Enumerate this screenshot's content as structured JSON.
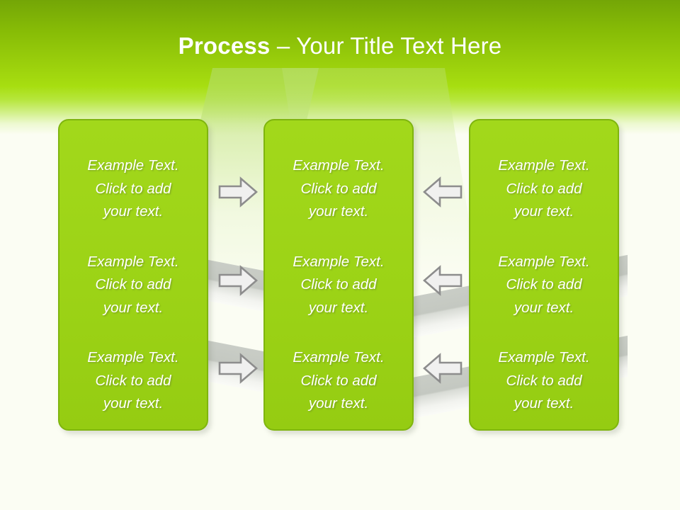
{
  "slide": {
    "background_color": "#fbfdf3",
    "accent_color": "#9cd316",
    "header_top_color": "#74a606",
    "header_bottom_color": "#a7de10",
    "arrow_fill": "#f0f0ef",
    "arrow_stroke": "#8d8d8d"
  },
  "title": {
    "bold_part": "Process",
    "light_part": " – Your Title Text Here"
  },
  "columns": [
    {
      "name": "column-left",
      "blocks": [
        {
          "text": "Example Text.\nClick  to add\nyour text."
        },
        {
          "text": "Example Text.\nClick  to add\nyour text."
        },
        {
          "text": "Example Text.\nClick  to add\nyour text."
        }
      ]
    },
    {
      "name": "column-middle",
      "blocks": [
        {
          "text": "Example Text.\nClick  to add\nyour text."
        },
        {
          "text": "Example Text.\nClick  to add\nyour text."
        },
        {
          "text": "Example Text.\nClick  to add\nyour text."
        }
      ]
    },
    {
      "name": "column-right",
      "blocks": [
        {
          "text": "Example Text.\nClick  to add\nyour text."
        },
        {
          "text": "Example Text.\nClick  to add\nyour text."
        },
        {
          "text": "Example Text.\nClick  to add\nyour text."
        }
      ]
    }
  ],
  "connectors": [
    {
      "name": "arrow-right-row-1",
      "icon": "arrow-right-icon",
      "direction": "right"
    },
    {
      "name": "arrow-right-row-2",
      "icon": "arrow-right-icon",
      "direction": "right"
    },
    {
      "name": "arrow-right-row-3",
      "icon": "arrow-right-icon",
      "direction": "right"
    },
    {
      "name": "arrow-left-row-1",
      "icon": "arrow-left-icon",
      "direction": "left"
    },
    {
      "name": "arrow-left-row-2",
      "icon": "arrow-left-icon",
      "direction": "left"
    },
    {
      "name": "arrow-left-row-3",
      "icon": "arrow-left-icon",
      "direction": "left"
    }
  ]
}
